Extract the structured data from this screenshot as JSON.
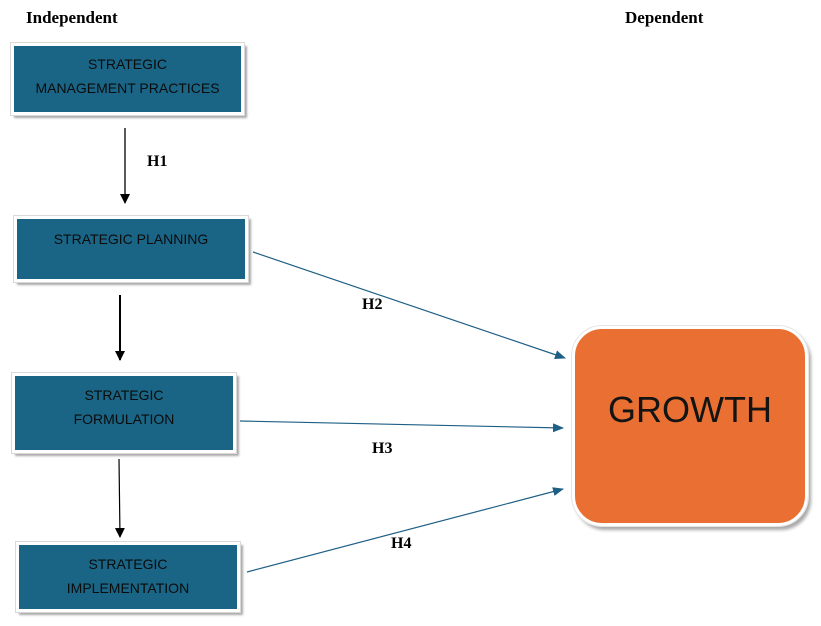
{
  "headers": {
    "independent": "Independent",
    "dependent": "Dependent"
  },
  "boxes": {
    "strategic_management_practices": [
      "STRATEGIC",
      "MANAGEMENT  PRACTICES"
    ],
    "strategic_planning": [
      "STRATEGIC PLANNING"
    ],
    "strategic_formulation": [
      "STRATEGIC",
      "FORMULATION"
    ],
    "strategic_implementation": [
      "STRATEGIC",
      "IMPLEMENTATION"
    ],
    "growth": "GROWTH"
  },
  "hypotheses": {
    "h1": "H1",
    "h2": "H2",
    "h3": "H3",
    "h4": "H4"
  },
  "colors": {
    "box_fill": "#1a6585",
    "growth_fill": "#e97032",
    "relation_arrow": "#1f5f86",
    "sequence_arrow": "#000000"
  }
}
